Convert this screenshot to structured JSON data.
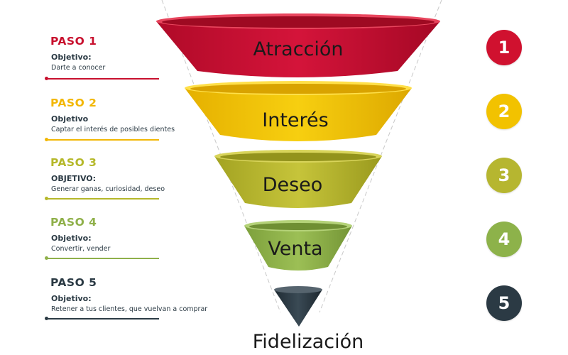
{
  "steps": [
    {
      "title": "PASO 1",
      "subtitle": "Objetivo:",
      "description": "Darte a conocer",
      "color": "#c8102e"
    },
    {
      "title": "PASO 2",
      "subtitle": "Objetivo",
      "description": "Captar el interés de posibles dientes",
      "color": "#f2b705"
    },
    {
      "title": "PASO 3",
      "subtitle": "OBJETIVO:",
      "description": "Generar ganas, curiosidad, deseo",
      "color": "#b5b82a"
    },
    {
      "title": "PASO 4",
      "subtitle": "Objetivo:",
      "description": "Convertir, vender",
      "color": "#8fb04a"
    },
    {
      "title": "PASO 5",
      "subtitle": "Objetivo:",
      "description": "Retener a tus clientes, que vuelvan a comprar",
      "color": "#2b3a44"
    }
  ],
  "badges": [
    "1",
    "2",
    "3",
    "4",
    "5"
  ],
  "funnel": {
    "stages": [
      "Atracción",
      "Interés",
      "Deseo",
      "Venta",
      "Fidelización"
    ]
  },
  "colors": {
    "stage1": "#c8102e",
    "stage2": "#f2c200",
    "stage3": "#b6b630",
    "stage4": "#8db24a",
    "stage5": "#2b3a44"
  }
}
